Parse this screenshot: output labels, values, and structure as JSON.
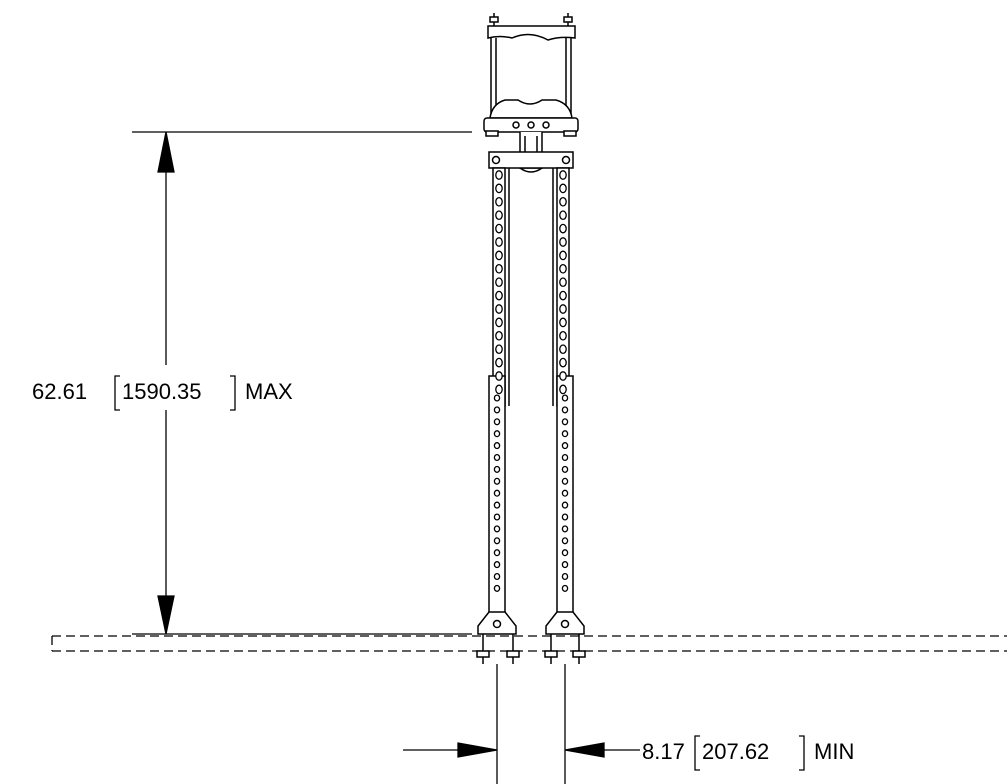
{
  "dimensions": {
    "height": {
      "value": "62.61",
      "metric": "1590.35",
      "qualifier": "MAX"
    },
    "width": {
      "value": "8.17",
      "metric": "207.62",
      "qualifier": "MIN"
    }
  },
  "colors": {
    "line": "#000000",
    "background": "#ffffff"
  }
}
